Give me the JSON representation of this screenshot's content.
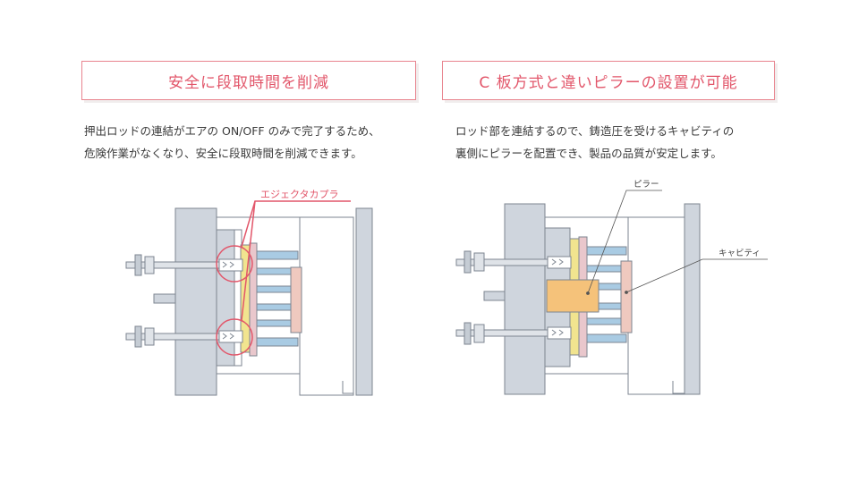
{
  "left": {
    "title": "安全に段取時間を削減",
    "desc_line1": "押出ロッドの連結がエアの ON/OFF のみで完了するため、",
    "desc_line2": "危険作業がなくなり、安全に段取時間を削減できます。",
    "callout": "エジェクタカプラ"
  },
  "right": {
    "title": "C 板方式と違いピラーの設置が可能",
    "desc_line1": "ロッド部を連結するので、鋳造圧を受けるキャビティの",
    "desc_line2": "裏側にピラーを配置でき、製品の品質が安定します。",
    "label_pillar": "ピラー",
    "label_cavity": "キャビティ"
  },
  "colors": {
    "accent": "#e2566a",
    "plate_gray": "#cfd5dd",
    "pillar_blue": "#a9cbe3",
    "coupler_yellow": "#f1e48f",
    "plate_pink": "#e9c7cc",
    "pillar_orange": "#f5c27a",
    "cavity_pink": "#efc9bf"
  }
}
